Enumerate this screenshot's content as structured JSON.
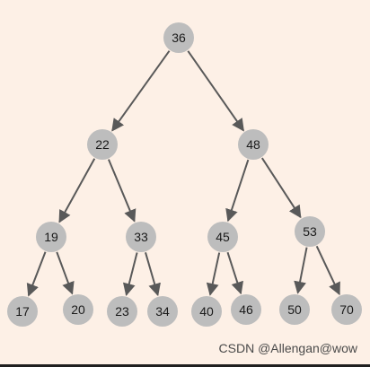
{
  "tree": {
    "nodes": [
      {
        "id": "n36",
        "label": "36"
      },
      {
        "id": "n22",
        "label": "22"
      },
      {
        "id": "n48",
        "label": "48"
      },
      {
        "id": "n19",
        "label": "19"
      },
      {
        "id": "n33",
        "label": "33"
      },
      {
        "id": "n45",
        "label": "45"
      },
      {
        "id": "n53",
        "label": "53"
      },
      {
        "id": "n17",
        "label": "17"
      },
      {
        "id": "n20",
        "label": "20"
      },
      {
        "id": "n23",
        "label": "23"
      },
      {
        "id": "n34",
        "label": "34"
      },
      {
        "id": "n40",
        "label": "40"
      },
      {
        "id": "n46",
        "label": "46"
      },
      {
        "id": "n50",
        "label": "50"
      },
      {
        "id": "n70",
        "label": "70"
      }
    ],
    "edges": [
      {
        "from": "n36",
        "to": "n22"
      },
      {
        "from": "n36",
        "to": "n48"
      },
      {
        "from": "n22",
        "to": "n19"
      },
      {
        "from": "n22",
        "to": "n33"
      },
      {
        "from": "n48",
        "to": "n45"
      },
      {
        "from": "n48",
        "to": "n53"
      },
      {
        "from": "n19",
        "to": "n17"
      },
      {
        "from": "n19",
        "to": "n20"
      },
      {
        "from": "n33",
        "to": "n23"
      },
      {
        "from": "n33",
        "to": "n34"
      },
      {
        "from": "n45",
        "to": "n40"
      },
      {
        "from": "n45",
        "to": "n46"
      },
      {
        "from": "n53",
        "to": "n50"
      },
      {
        "from": "n53",
        "to": "n70"
      }
    ]
  },
  "watermark": "CSDN @Allengan@wow"
}
